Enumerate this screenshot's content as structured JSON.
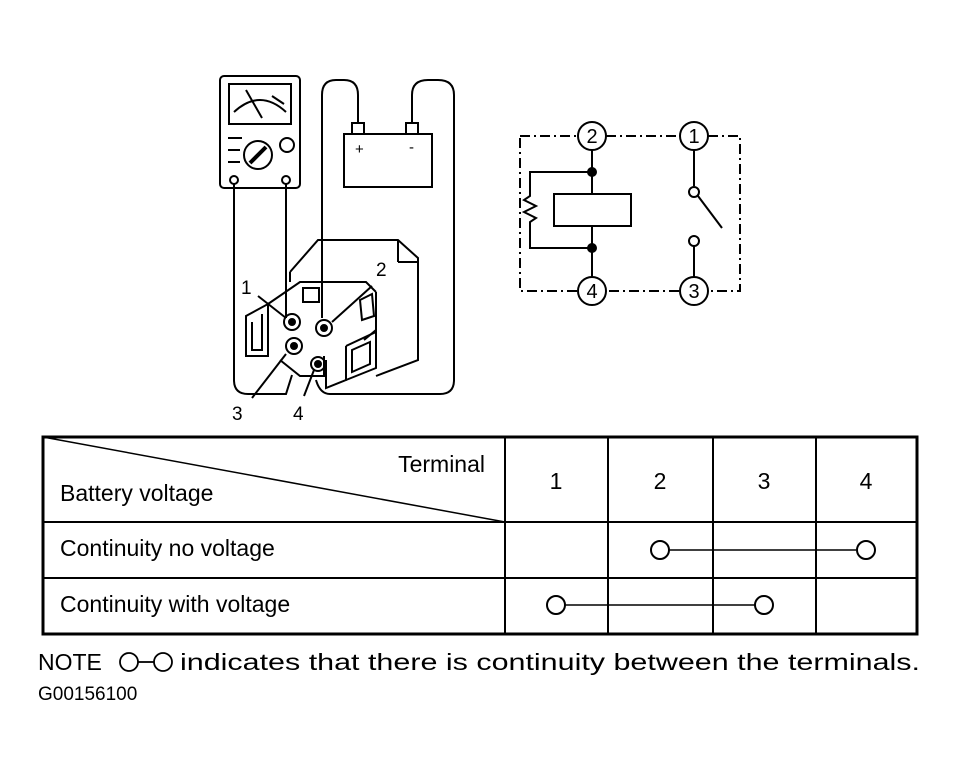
{
  "figure": {
    "meter_terminals": {
      "minus": "-",
      "plus": "+"
    },
    "battery_terminals": {
      "plus": "+",
      "minus": "-"
    },
    "relay_callouts": [
      "1",
      "2",
      "3",
      "4"
    ],
    "schematic_terminals": [
      "2",
      "1",
      "4",
      "3"
    ]
  },
  "table": {
    "header_terminal": "Terminal",
    "header_row_label": "Battery voltage",
    "columns": [
      "1",
      "2",
      "3",
      "4"
    ],
    "rows": [
      {
        "label": "Continuity no voltage",
        "connected_terminals": [
          "2",
          "4"
        ]
      },
      {
        "label": "Continuity with voltage",
        "connected_terminals": [
          "1",
          "3"
        ]
      }
    ]
  },
  "note": {
    "prefix": "NOTE",
    "symbol": "○–○",
    "text": "indicates that there is continuity between the terminals."
  },
  "figure_id": "G00156100"
}
